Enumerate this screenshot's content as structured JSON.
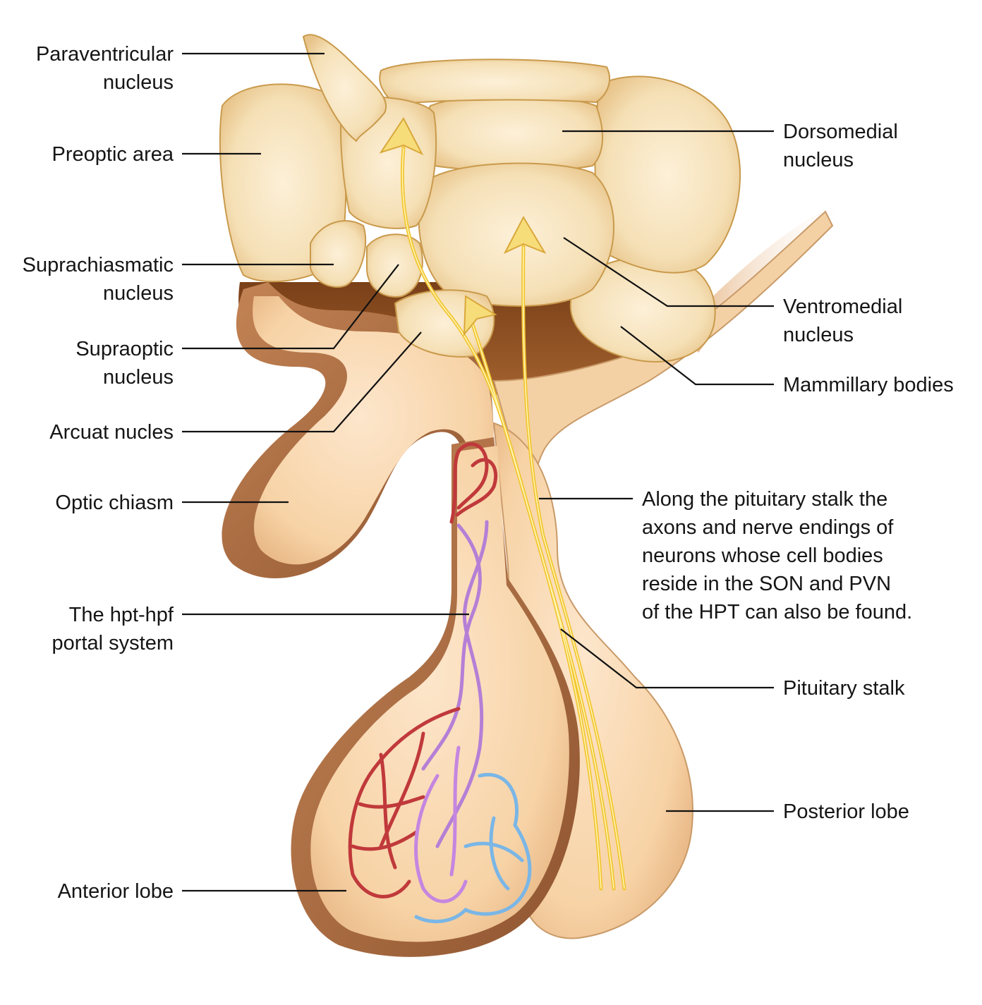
{
  "figure": {
    "title": "Hypothalamic-pituitary anatomy",
    "colors": {
      "nucleus_fill": "#f3dcaf",
      "nucleus_light": "#fbecd2",
      "nucleus_stroke": "#c99a4c",
      "tissue_fill": "#f6d4aa",
      "tissue_light": "#fde6cc",
      "tissue_shadow": "#a86a3c",
      "cavity_dark": "#8a4f1f",
      "axon": "#f2c531",
      "axon_light": "#fff3a8",
      "artery": "#c0393b",
      "portal_vessel": "#b57fd6",
      "vein": "#7ab6e6",
      "leader_line": "#111111"
    }
  },
  "labels_left": [
    {
      "id": "paraventricular",
      "text": "Paraventricular\nnucleus"
    },
    {
      "id": "preoptic",
      "text": "Preoptic area"
    },
    {
      "id": "suprachiasmatic",
      "text": "Suprachiasmatic\nnucleus"
    },
    {
      "id": "supraoptic",
      "text": "Supraoptic\nnucleus"
    },
    {
      "id": "arcuate",
      "text": "Arcuat nucles"
    },
    {
      "id": "optic-chiasm",
      "text": "Optic chiasm"
    },
    {
      "id": "portal-system",
      "text": "The hpt-hpf\nportal system"
    },
    {
      "id": "anterior-lobe",
      "text": "Anterior lobe"
    }
  ],
  "labels_right": [
    {
      "id": "dorsomedial",
      "text": "Dorsomedial\nnucleus"
    },
    {
      "id": "ventromedial",
      "text": "Ventromedial\nnucleus"
    },
    {
      "id": "mammillary",
      "text": "Mammillary bodies"
    },
    {
      "id": "stalk-note",
      "text": "Along the pituitary stalk the\naxons and nerve endings of\nneurons whose cell bodies\nreside in the SON and PVN\nof the HPT can also be found."
    },
    {
      "id": "pituitary-stalk",
      "text": "Pituitary stalk"
    },
    {
      "id": "posterior-lobe",
      "text": "Posterior lobe"
    }
  ]
}
